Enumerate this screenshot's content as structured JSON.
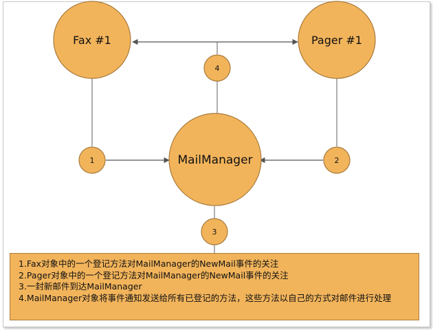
{
  "nodes": {
    "fax": "Fax #1",
    "pager": "Pager #1",
    "mailmanager": "MailManager"
  },
  "steps": {
    "s1": "1",
    "s2": "2",
    "s3": "3",
    "s4": "4"
  },
  "legend": [
    "1.Fax对象中的一个登记方法对MailManager的NewMail事件的关注",
    "2.Pager对象中的一个登记方法对MailManager的NewMail事件的关注",
    "3.一封新邮件到达MailManager",
    "4.MailManager对象将事件通知发送给所有已登记的方法，这些方法以自己的方式对邮件进行处理"
  ],
  "colors": {
    "node_fill": "#f2b45b",
    "node_stroke": "#a87a3a",
    "line": "#7a7a7a",
    "legend_fill": "#f2b45b"
  }
}
